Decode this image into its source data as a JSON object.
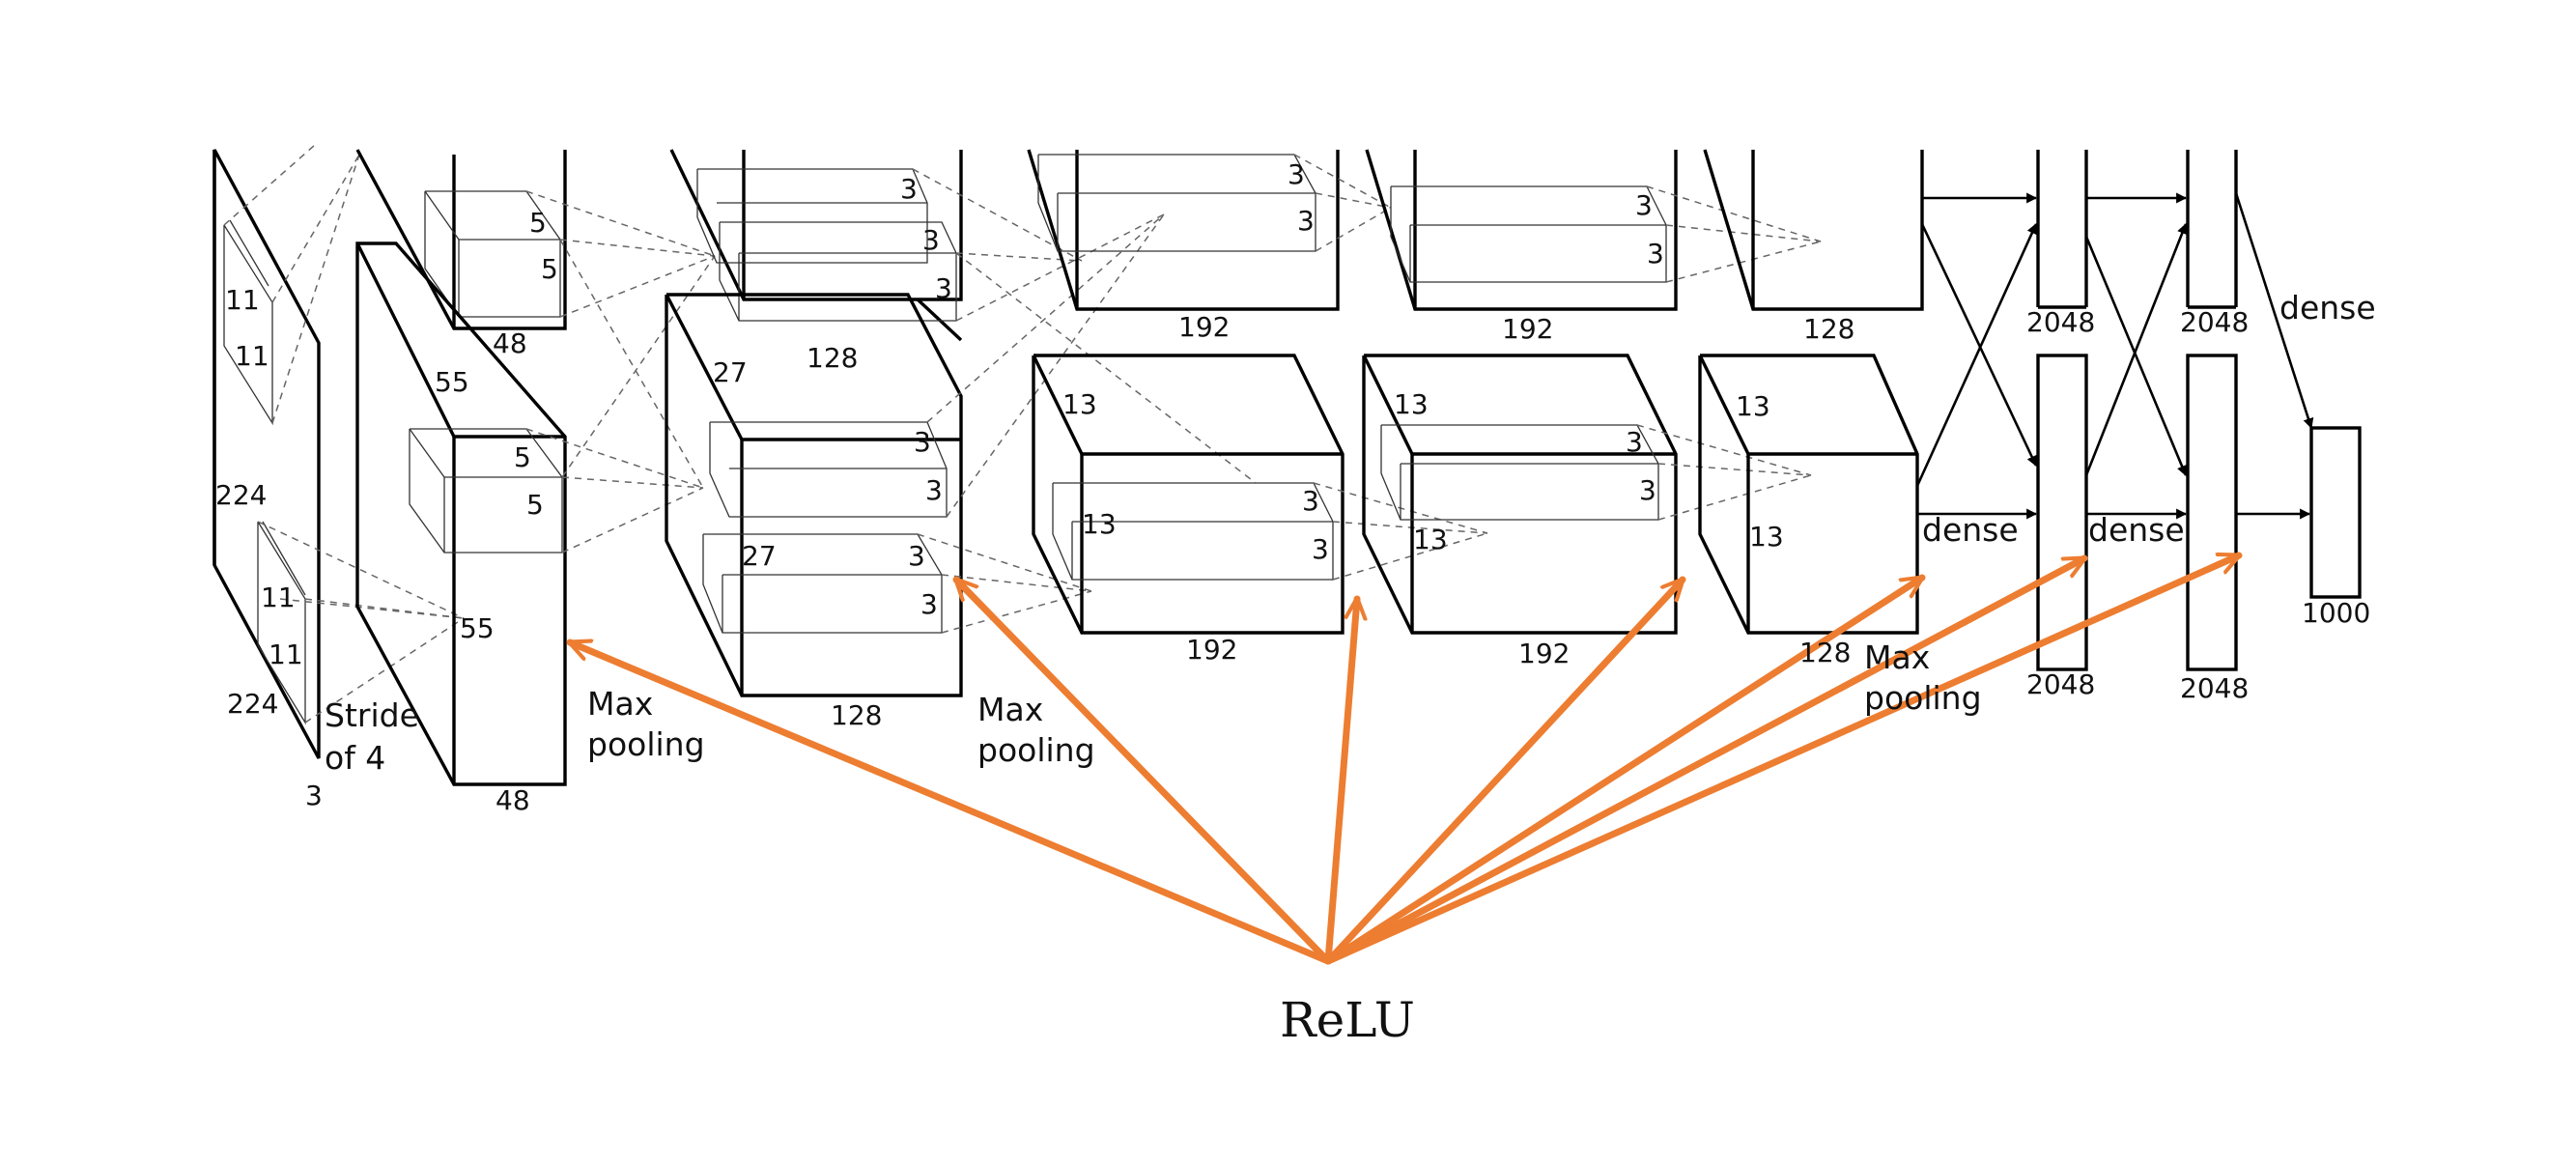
{
  "caption": "ReLU",
  "colors": {
    "relu_arrow": "#ED7D31",
    "lines": "#000000",
    "background": "#ffffff"
  },
  "labels": {
    "input_height": "224",
    "input_width": "224",
    "input_depth": "3",
    "conv1_kernel_a": "11",
    "conv1_kernel_b": "11",
    "conv1_kernel_c": "11",
    "conv1_kernel_d": "11",
    "stride_line1": "Stride",
    "stride_line2": "of 4",
    "conv1_size_a": "55",
    "conv1_size_b": "55",
    "conv1_depth_top": "48",
    "conv1_depth_bottom": "48",
    "conv2_kernel_top_a": "5",
    "conv2_kernel_top_b": "5",
    "conv2_kernel_bottom_a": "5",
    "conv2_kernel_bottom_b": "5",
    "pool1_line1": "Max",
    "pool1_line2": "pooling",
    "conv2_size_a": "27",
    "conv2_size_b": "27",
    "conv2_depth_top": "128",
    "conv2_depth_bottom": "128",
    "conv3_kernel": "3",
    "pool2_line1": "Max",
    "pool2_line2": "pooling",
    "conv3_size_a": "13",
    "conv3_size_b": "13",
    "conv3_depth_top": "192",
    "conv3_depth_bottom": "192",
    "conv4_size_a": "13",
    "conv4_size_b": "13",
    "conv4_depth_top": "192",
    "conv4_depth_bottom": "192",
    "conv5_size_a": "13",
    "conv5_size_b": "13",
    "conv5_depth_top": "128",
    "conv5_depth_bottom": "128",
    "pool3_line1": "Max",
    "pool3_line2": "pooling",
    "dense": "dense",
    "fc6_top": "2048",
    "fc6_bottom": "2048",
    "fc7_top": "2048",
    "fc7_bottom": "2048",
    "output": "1000"
  }
}
